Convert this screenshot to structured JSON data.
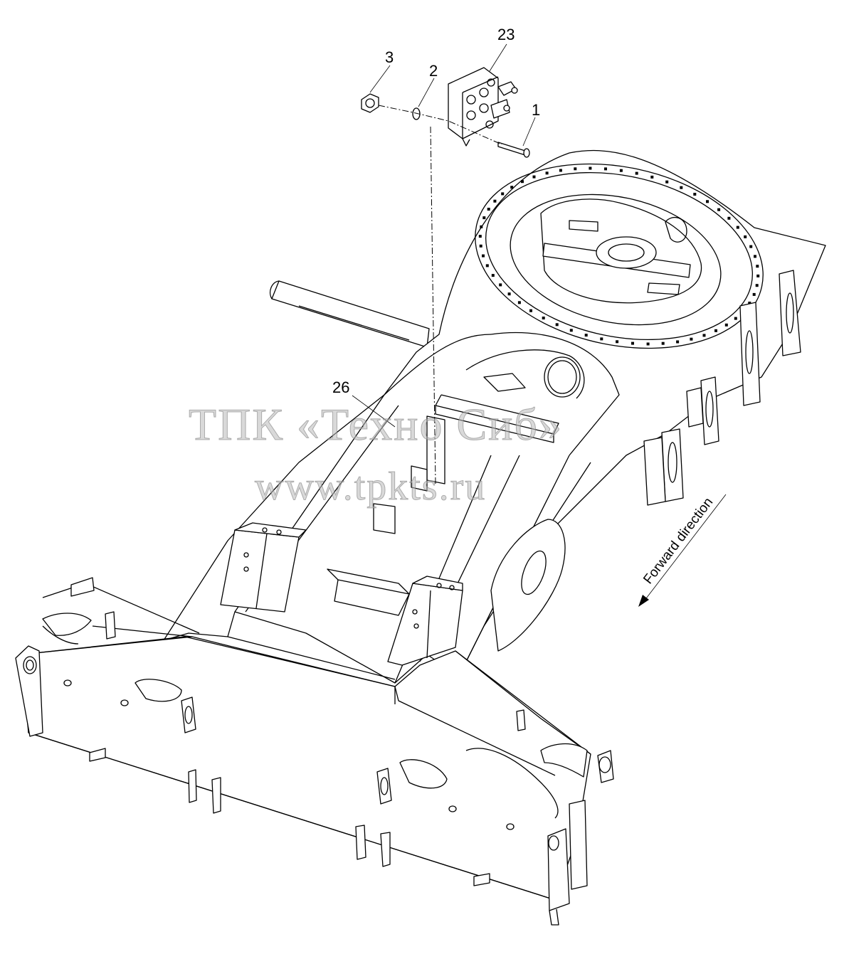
{
  "callouts": {
    "part_23": "23",
    "part_3": "3",
    "part_2": "2",
    "part_1": "1",
    "part_26": "26"
  },
  "direction_label": "Forward direction",
  "watermark": {
    "line1": "ТПК «Техно Сиб»",
    "line2": "www.tpkts.ru"
  },
  "colors": {
    "line": "#000000",
    "background": "#ffffff",
    "watermark": "#b9b9b9"
  }
}
